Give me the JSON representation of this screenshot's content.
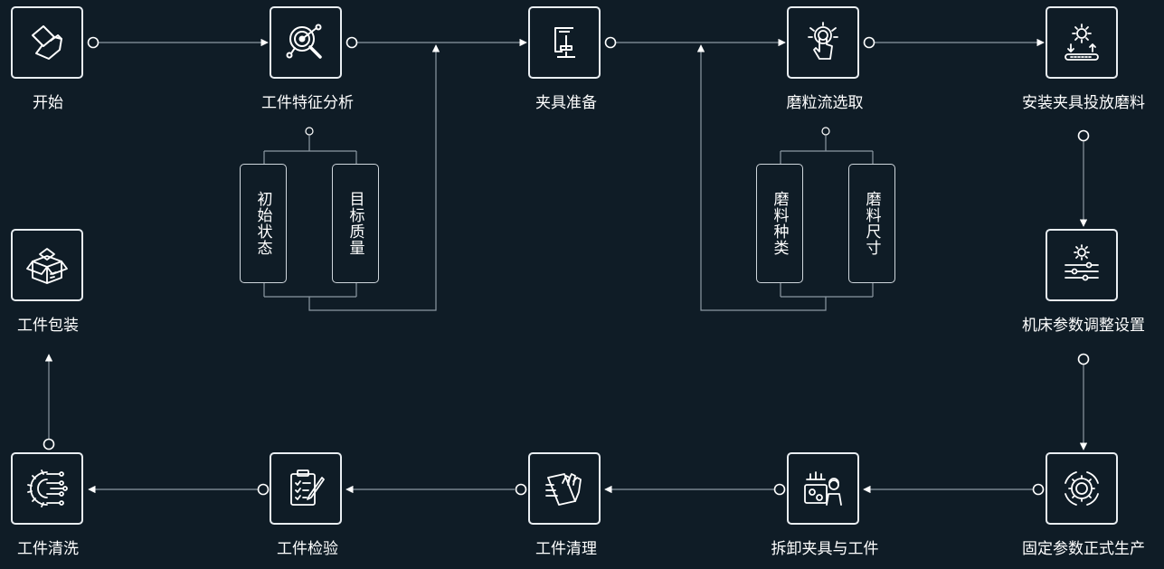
{
  "steps": [
    {
      "id": "start",
      "label": "开始",
      "icon": "hand-paper-icon"
    },
    {
      "id": "analysis",
      "label": "工件特征分析",
      "icon": "magnifier-analysis-icon"
    },
    {
      "id": "fixture",
      "label": "夹具准备",
      "icon": "clamp-icon"
    },
    {
      "id": "grain",
      "label": "磨粒流选取",
      "icon": "touch-select-icon"
    },
    {
      "id": "install",
      "label": "安装夹具投放磨料",
      "icon": "gear-conveyor-icon"
    },
    {
      "id": "params",
      "label": "机床参数调整设置",
      "icon": "settings-sliders-icon"
    },
    {
      "id": "production",
      "label": "固定参数正式生产",
      "icon": "gear-cycle-icon"
    },
    {
      "id": "dismount",
      "label": "拆卸夹具与工件",
      "icon": "worker-machine-icon"
    },
    {
      "id": "clean",
      "label": "工件清理",
      "icon": "cleaning-hand-icon"
    },
    {
      "id": "inspect",
      "label": "工件检验",
      "icon": "clipboard-check-icon"
    },
    {
      "id": "wash",
      "label": "工件清洗",
      "icon": "gear-circuit-icon"
    },
    {
      "id": "pack",
      "label": "工件包装",
      "icon": "package-box-icon"
    }
  ],
  "analysis_subitems": [
    "初始状态",
    "目标质量"
  ],
  "grain_subitems": [
    "磨料种类",
    "磨料尺寸"
  ],
  "colors": {
    "background": "#0f1c26",
    "node_border": "#e9eef2",
    "connector": "#8c99a3",
    "text": "#ffffff"
  }
}
